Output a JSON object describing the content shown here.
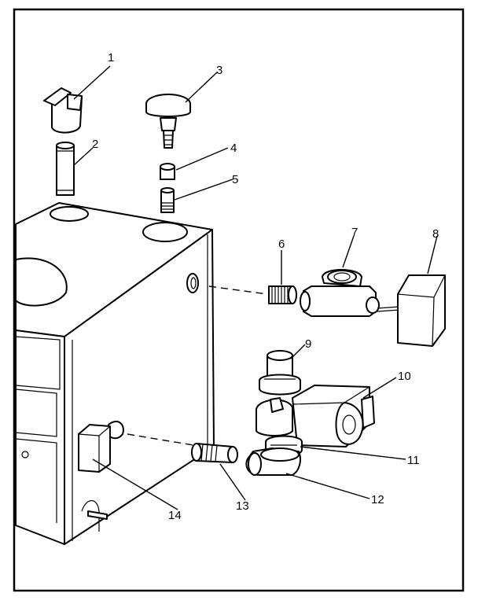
{
  "diagram": {
    "part_labels": [
      "1",
      "2",
      "3",
      "4",
      "5",
      "6",
      "7",
      "8",
      "9",
      "10",
      "11",
      "12",
      "13",
      "14"
    ]
  }
}
